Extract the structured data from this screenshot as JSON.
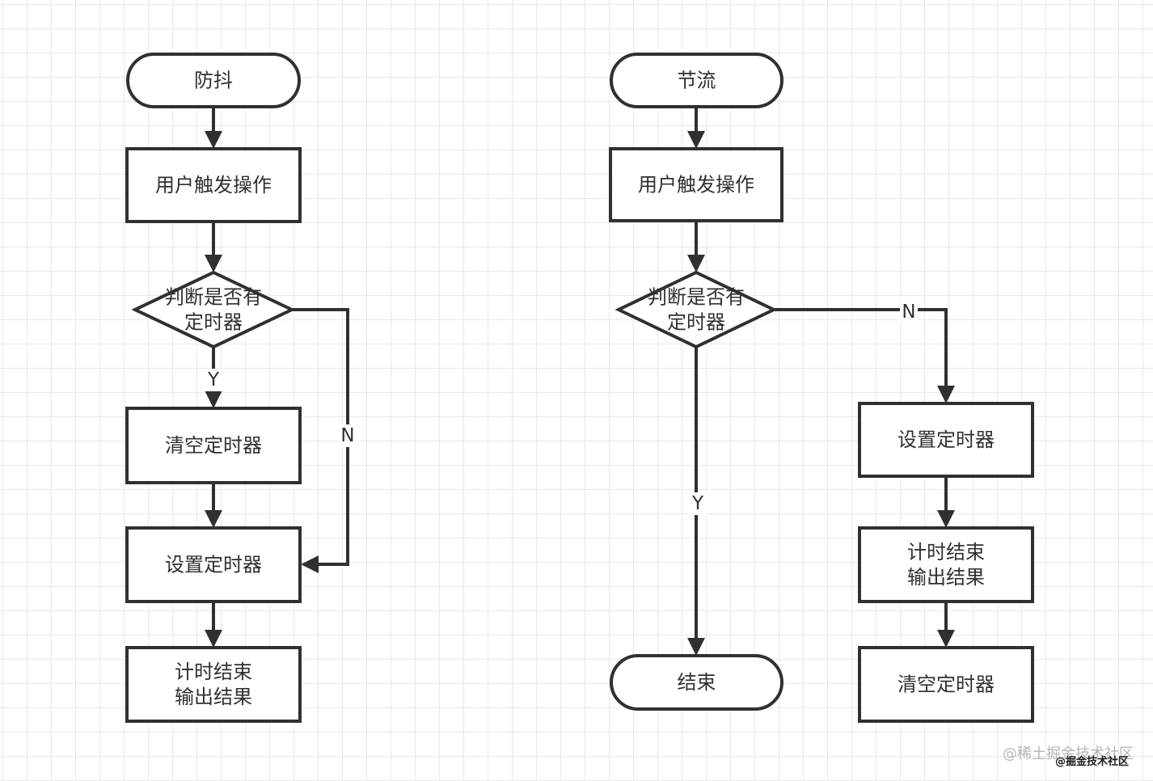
{
  "flowcharts": [
    {
      "id": "debounce",
      "nodes": [
        {
          "id": "start",
          "type": "terminal",
          "lines": [
            "防抖"
          ]
        },
        {
          "id": "trigger",
          "type": "process",
          "lines": [
            "用户触发操作"
          ]
        },
        {
          "id": "check",
          "type": "decision",
          "lines": [
            "判断是否有",
            "定时器"
          ]
        },
        {
          "id": "clear",
          "type": "process",
          "lines": [
            "清空定时器"
          ]
        },
        {
          "id": "set",
          "type": "process",
          "lines": [
            "设置定时器"
          ]
        },
        {
          "id": "output",
          "type": "process",
          "lines": [
            "计时结束",
            "输出结果"
          ]
        }
      ],
      "edges": [
        {
          "from": "start",
          "to": "trigger",
          "label": ""
        },
        {
          "from": "trigger",
          "to": "check",
          "label": ""
        },
        {
          "from": "check",
          "to": "clear",
          "label": "Y"
        },
        {
          "from": "check",
          "to": "set",
          "label": "N"
        },
        {
          "from": "clear",
          "to": "set",
          "label": ""
        },
        {
          "from": "set",
          "to": "output",
          "label": ""
        }
      ]
    },
    {
      "id": "throttle",
      "nodes": [
        {
          "id": "start",
          "type": "terminal",
          "lines": [
            "节流"
          ]
        },
        {
          "id": "trigger",
          "type": "process",
          "lines": [
            "用户触发操作"
          ]
        },
        {
          "id": "check",
          "type": "decision",
          "lines": [
            "判断是否有",
            "定时器"
          ]
        },
        {
          "id": "set",
          "type": "process",
          "lines": [
            "设置定时器"
          ]
        },
        {
          "id": "output",
          "type": "process",
          "lines": [
            "计时结束",
            "输出结果"
          ]
        },
        {
          "id": "clear",
          "type": "process",
          "lines": [
            "清空定时器"
          ]
        },
        {
          "id": "end",
          "type": "terminal",
          "lines": [
            "结束"
          ]
        }
      ],
      "edges": [
        {
          "from": "start",
          "to": "trigger",
          "label": ""
        },
        {
          "from": "trigger",
          "to": "check",
          "label": ""
        },
        {
          "from": "check",
          "to": "end",
          "label": "Y"
        },
        {
          "from": "check",
          "to": "set",
          "label": "N"
        },
        {
          "from": "set",
          "to": "output",
          "label": ""
        },
        {
          "from": "output",
          "to": "clear",
          "label": ""
        }
      ]
    }
  ],
  "watermark": {
    "primary": "@稀土掘金技术社区",
    "secondary": "@掘金技术社区"
  }
}
